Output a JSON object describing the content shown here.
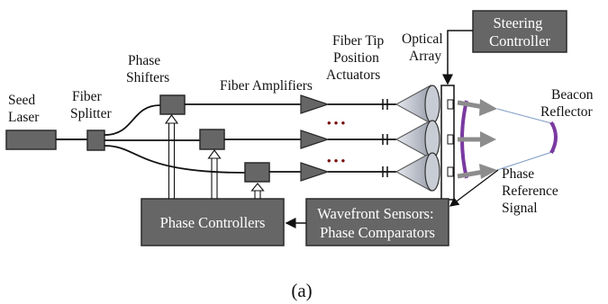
{
  "labels": {
    "seed_laser": [
      "Seed",
      "Laser"
    ],
    "fiber_splitter": [
      "Fiber",
      "Splitter"
    ],
    "phase_shifters": [
      "Phase",
      "Shifters"
    ],
    "fiber_amplifiers": "Fiber Amplifiers",
    "fiber_tip_actuators": [
      "Fiber Tip",
      "Position",
      "Actuators"
    ],
    "optical_array": [
      "Optical",
      "Array"
    ],
    "beacon_reflector": [
      "Beacon",
      "Reflector"
    ],
    "phase_reference_signal": [
      "Phase",
      "Reference",
      "Signal"
    ]
  },
  "boxes": {
    "steering_controller": [
      "Steering",
      "Controller"
    ],
    "phase_controllers": "Phase Controllers",
    "wavefront_sensors": [
      "Wavefront Sensors:",
      "Phase Comparators"
    ]
  },
  "ellipsis": "• • •",
  "caption": "(a)",
  "colors": {
    "box_fill": "#666666",
    "box_stroke": "#2a2a2a",
    "line": "#111111",
    "beam_arrow": "#8c8c8c",
    "wavefront": "#7a3aa0",
    "reference_line": "#7f9bc4",
    "lens_fill": "#b9bec8"
  }
}
